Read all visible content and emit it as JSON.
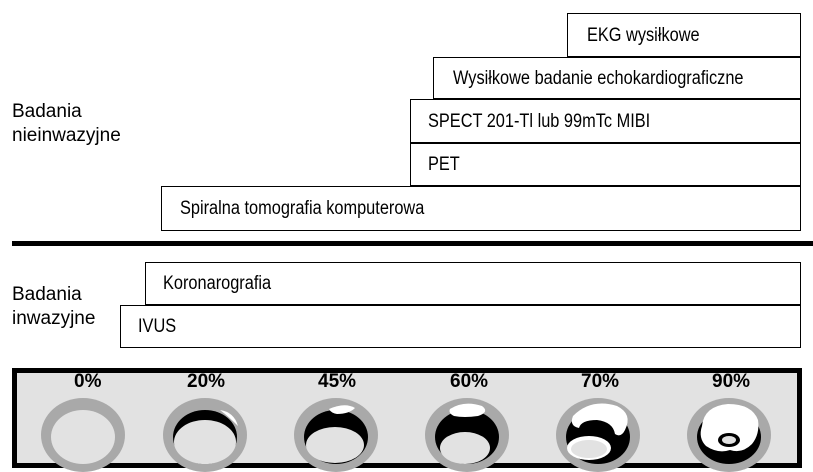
{
  "noninvasive": {
    "label_line1": "Badania",
    "label_line2": "nieinwazyjne",
    "tests": [
      "EKG wysiłkowe",
      "Wysiłkowe badanie echokardiograficzne",
      "SPECT 201-Tl lub 99mTc MIBI",
      "PET",
      "Spiralna tomografia komputerowa"
    ]
  },
  "invasive": {
    "label_line1": "Badania",
    "label_line2": "inwazyjne",
    "tests": [
      "Koronarografia",
      "IVUS"
    ]
  },
  "stenosis": {
    "levels": [
      "0%",
      "20%",
      "45%",
      "60%",
      "70%",
      "90%"
    ],
    "ring_color": "#a9a9a9",
    "panel_color": "#e2e2e2"
  }
}
